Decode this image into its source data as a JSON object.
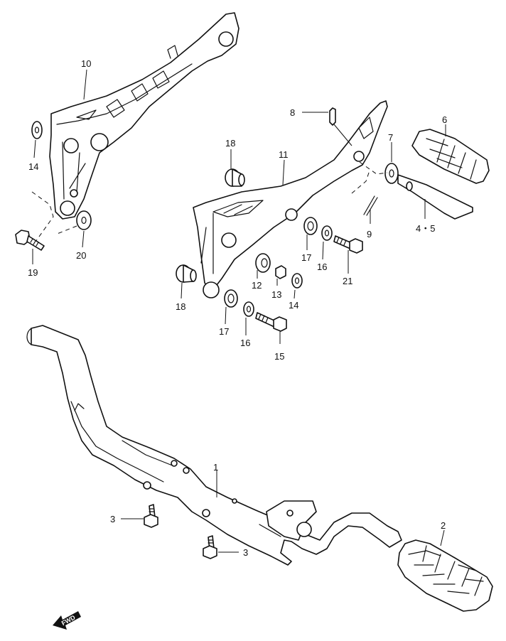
{
  "callouts": {
    "c1": "1",
    "c2": "2",
    "c3a": "3",
    "c3b": "3",
    "c45": "4・5",
    "c6": "6",
    "c7": "7",
    "c8": "8",
    "c9": "9",
    "c10": "10",
    "c11": "11",
    "c12": "12",
    "c13": "13",
    "c14a": "14",
    "c14b": "14",
    "c15": "15",
    "c16a": "16",
    "c16b": "16",
    "c17a": "17",
    "c17b": "17",
    "c18a": "18",
    "c18b": "18",
    "c19": "19",
    "c20": "20",
    "c21": "21"
  },
  "fwd_label": "FWD",
  "colors": {
    "line": "#111111",
    "paper": "#ffffff"
  }
}
